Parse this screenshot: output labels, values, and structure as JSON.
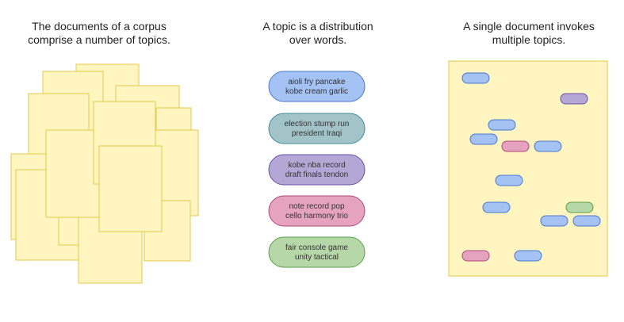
{
  "captions": {
    "corpus": {
      "line1": "The documents of a corpus",
      "line2": "comprise a number of topics."
    },
    "topic": {
      "line1": "A topic is a distribution",
      "line2": "over words."
    },
    "document": {
      "line1": "A single document invokes",
      "line2": "multiple topics."
    }
  },
  "colors": {
    "page_fill": "#fff5c0",
    "page_stroke": "#e6c84a",
    "blue": "#a4c2f4",
    "blue_stroke": "#4a78d0",
    "teal": "#a2c4c9",
    "teal_stroke": "#3d8b95",
    "purple": "#b4a7d6",
    "purple_stroke": "#6b4fa8",
    "pink": "#e5a3bf",
    "pink_stroke": "#b04a7a",
    "green": "#b6d7a8",
    "green_stroke": "#5c9e4a"
  },
  "topics": [
    {
      "color": "blue",
      "line1": "aioli fry pancake",
      "line2": "kobe cream garlic"
    },
    {
      "color": "teal",
      "line1": "election stump run",
      "line2": "president Iraqi"
    },
    {
      "color": "purple",
      "line1": "kobe nba record",
      "line2": "draft finals tendon"
    },
    {
      "color": "pink",
      "line1": "note record pop",
      "line2": "cello harmony trio"
    },
    {
      "color": "green",
      "line1": "fair console game",
      "line2": "unity tactical"
    }
  ],
  "document_chips": [
    "blue",
    "purple",
    "blue",
    "blue",
    "pink",
    "blue",
    "blue",
    "blue",
    "green",
    "blue",
    "blue",
    "pink",
    "blue"
  ]
}
